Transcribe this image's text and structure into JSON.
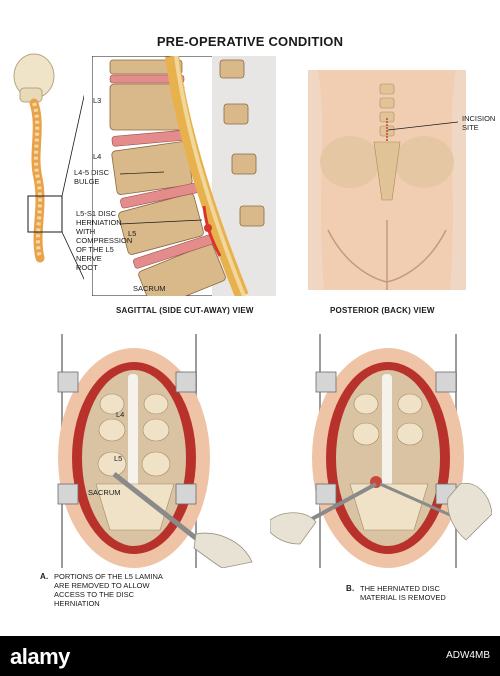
{
  "header": {
    "title": "PRE-OPERATIVE CONDITION"
  },
  "sagittal": {
    "levels": {
      "l3": "L3",
      "l4": "L4",
      "l5": "L5",
      "sacrum": "SACRUM"
    },
    "annotations": {
      "bulge": "L4-5 DISC BULGE",
      "herniation": "L5-S1 DISC HERNIATION WITH COMPRESSION OF THE L5 NERVE ROOT"
    },
    "caption": "SAGITTAL (SIDE CUT-AWAY) VIEW"
  },
  "posterior": {
    "incision_label": "INCISION SITE",
    "caption": "POSTERIOR (BACK) VIEW"
  },
  "panel_a": {
    "labels": {
      "l4": "L4",
      "l5": "L5",
      "sacrum": "SACRUM"
    },
    "letter": "A.",
    "caption": "PORTIONS OF THE L5 LAMINA ARE REMOVED TO ALLOW ACCESS TO THE DISC HERNIATION"
  },
  "panel_b": {
    "letter": "B.",
    "caption": "THE HERNIATED DISC MATERIAL IS REMOVED"
  },
  "footer": {
    "logo": "alamy",
    "image_id": "ADW4MB"
  }
}
